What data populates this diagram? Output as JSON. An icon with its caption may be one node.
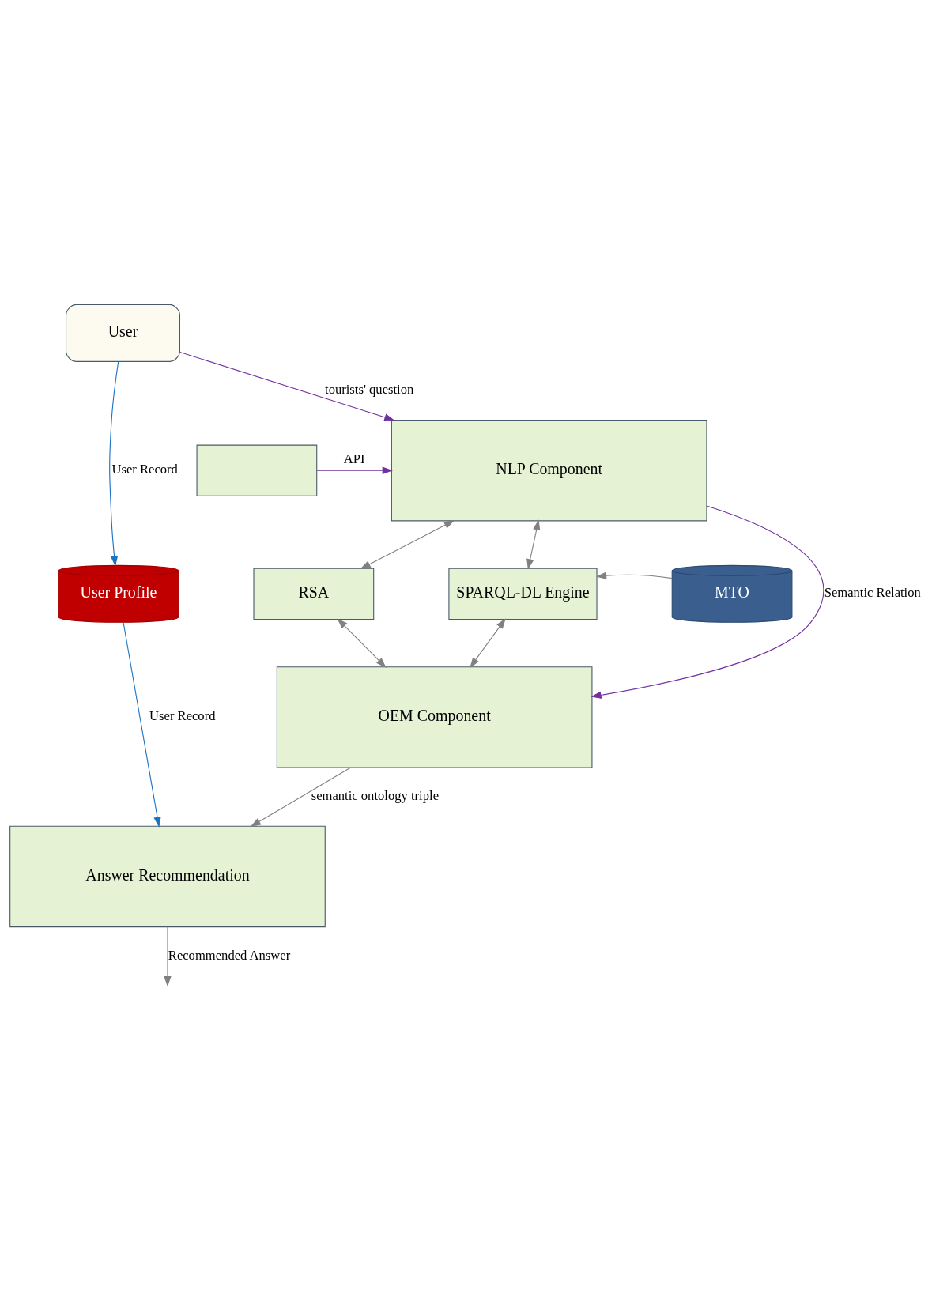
{
  "diagram": {
    "nodes": [
      {
        "text": [
          "User"
        ]
      },
      {
        "text": [
          "NLP Component"
        ]
      },
      {
        "text": [],
        "shape": "box"
      },
      {
        "text": [
          "User Profile"
        ]
      },
      {
        "text": [
          "RSA"
        ]
      },
      {
        "text": [
          "SPARQL-DL Engine"
        ]
      },
      {
        "text": [
          "MTO"
        ]
      },
      {
        "text": [
          "OEM Component"
        ]
      },
      {
        "text": [
          "Answer Recommendation"
        ]
      }
    ],
    "edges": [
      {
        "from": 0,
        "to": 3,
        "arrow": "to",
        "label": "User Record",
        "color": "#1a72c4"
      },
      {
        "from": 0,
        "to": 1,
        "arrow": "to",
        "label": "tourists' question",
        "color": "#7030a0"
      },
      {
        "from": 2,
        "to": 1,
        "arrow": "to",
        "label": "API",
        "color": "#7030a0"
      },
      {
        "from": 1,
        "to": 4,
        "arrow": "both"
      },
      {
        "from": 1,
        "to": 5,
        "arrow": "both"
      },
      {
        "from": 1,
        "to": 7,
        "arrow": "to",
        "label": "Semantic Relation",
        "color": "#7030a0"
      },
      {
        "from": 6,
        "to": 5,
        "arrow": "to"
      },
      {
        "from": 4,
        "to": 7,
        "arrow": "both"
      },
      {
        "from": 5,
        "to": 7,
        "arrow": "both"
      },
      {
        "from": 7,
        "to": 8,
        "arrow": "to",
        "label": "semantic ontology triple"
      },
      {
        "from": 3,
        "to": 8,
        "arrow": "to",
        "label": "User Record",
        "color": "#1a72c4"
      },
      {
        "from": 8,
        "to": null,
        "arrow": "to",
        "label": "Recommended Answer"
      }
    ]
  }
}
